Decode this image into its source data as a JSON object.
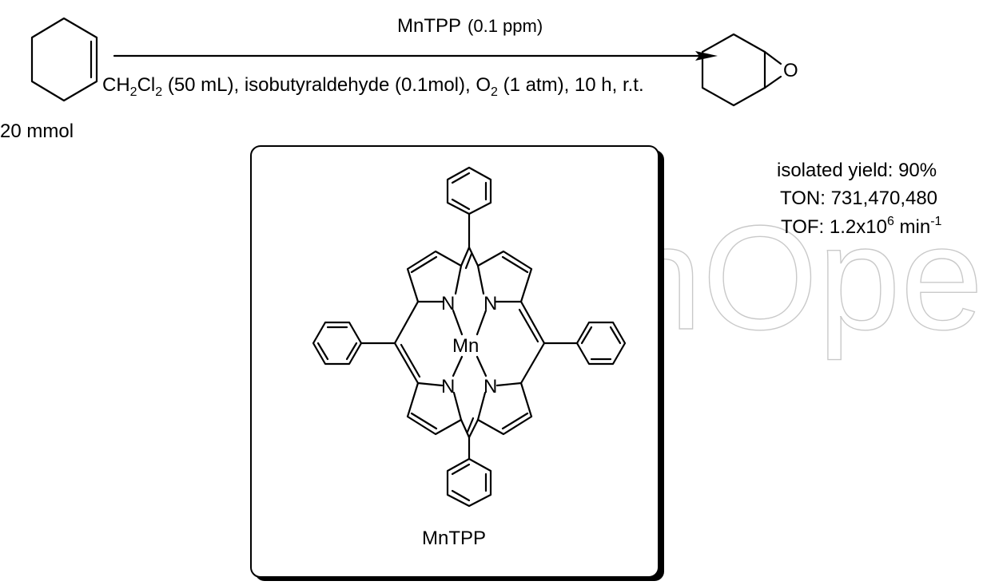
{
  "watermark": "IntechOpen",
  "reaction": {
    "reagent_above": "MnTPP",
    "reagent_above_amount": "(0.1 ppm)",
    "conditions": {
      "p1": "CH",
      "s1": "2",
      "p2": "Cl",
      "s2": "2",
      "p3": " (50 mL),  isobutyraldehyde (0.1mol), O",
      "s3": "2",
      "p4": " (1 atm), 10 h, r.t."
    },
    "substrate_amount": "20 mmol",
    "product_atom": "O"
  },
  "results": {
    "yield": "isolated yield: 90%",
    "ton": "TON: 731,470,480",
    "tof_prefix": "TOF: 1.2x10",
    "tof_exp": "6",
    "tof_unit": " min",
    "tof_unit_exp": "-1"
  },
  "catalyst": {
    "name": "MnTPP",
    "metal": "Mn",
    "n_atom": "N"
  },
  "colors": {
    "line": "#000000",
    "watermark": "#c9c9c9",
    "box_shadow": "#000000"
  }
}
